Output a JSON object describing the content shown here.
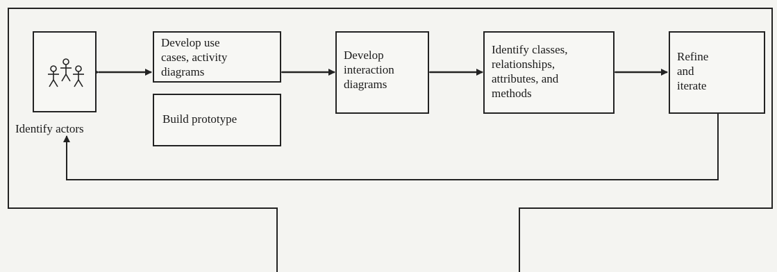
{
  "diagram": {
    "actors_box": {
      "icon": "stick-figures-icon",
      "caption": "Identify actors"
    },
    "use_cases_box": {
      "text": "Develop use\ncases, activity\ndiagrams"
    },
    "prototype_box": {
      "text": "Build prototype"
    },
    "interaction_box": {
      "text": "Develop\ninteraction\ndiagrams"
    },
    "classes_box": {
      "text": "Identify classes,\nrelationships,\nattributes, and\nmethods"
    },
    "refine_box": {
      "text": "Refine\nand\niterate"
    },
    "colors": {
      "line": "#222222",
      "background": "#f4f4f1"
    }
  }
}
